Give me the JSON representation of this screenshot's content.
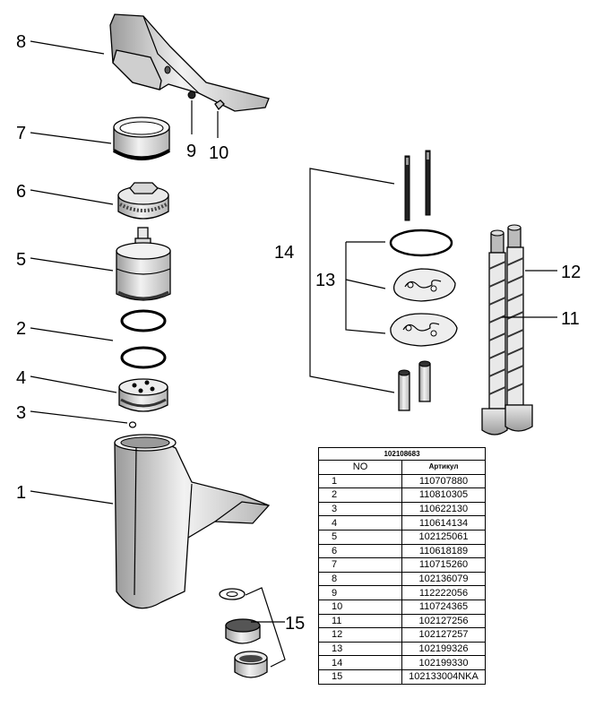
{
  "diagram": {
    "callouts": [
      "1",
      "2",
      "3",
      "4",
      "5",
      "6",
      "7",
      "8",
      "9",
      "10",
      "11",
      "12",
      "13",
      "14",
      "15"
    ]
  },
  "table": {
    "caption": "102108683",
    "headers": {
      "no": "NO",
      "article": "Артикул"
    },
    "rows": [
      {
        "no": "1",
        "article": "110707880"
      },
      {
        "no": "2",
        "article": "110810305"
      },
      {
        "no": "3",
        "article": "110622130"
      },
      {
        "no": "4",
        "article": "110614134"
      },
      {
        "no": "5",
        "article": "102125061"
      },
      {
        "no": "6",
        "article": "110618189"
      },
      {
        "no": "7",
        "article": "110715260"
      },
      {
        "no": "8",
        "article": "102136079"
      },
      {
        "no": "9",
        "article": "112222056"
      },
      {
        "no": "10",
        "article": "110724365"
      },
      {
        "no": "11",
        "article": "102127256"
      },
      {
        "no": "12",
        "article": "102127257"
      },
      {
        "no": "13",
        "article": "102199326"
      },
      {
        "no": "14",
        "article": "102199330"
      },
      {
        "no": "15",
        "article": "102133004NKA"
      }
    ]
  }
}
